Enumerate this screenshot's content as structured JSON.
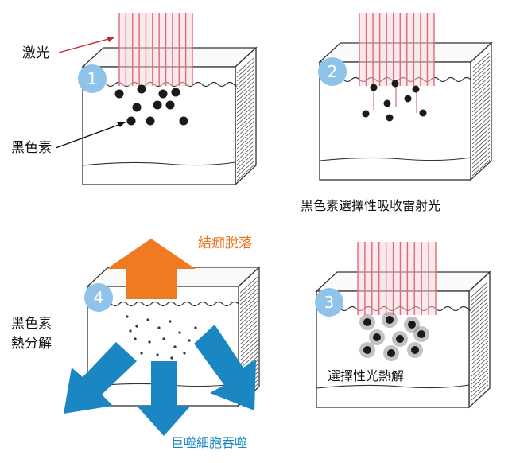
{
  "labels": {
    "laser": "激光",
    "melanin": "黑色素",
    "panel2_caption": "黑色素選擇性吸收雷射光",
    "scab": "結痂脫落",
    "melanin_decomp_line1": "黑色素",
    "melanin_decomp_line2": "熱分解",
    "panel3_caption": "選擇性光熱解",
    "macrophage": "巨噬細胞吞噬"
  },
  "steps": [
    "1",
    "2",
    "3",
    "4"
  ],
  "colors": {
    "laser_beam": "#e06a7d",
    "step_badge": "#8fc3ea",
    "scab_arrow": "#f07a22",
    "macrophage_arrow": "#1a86c2",
    "melanin": "#1a1a1a",
    "outline": "#333333"
  }
}
